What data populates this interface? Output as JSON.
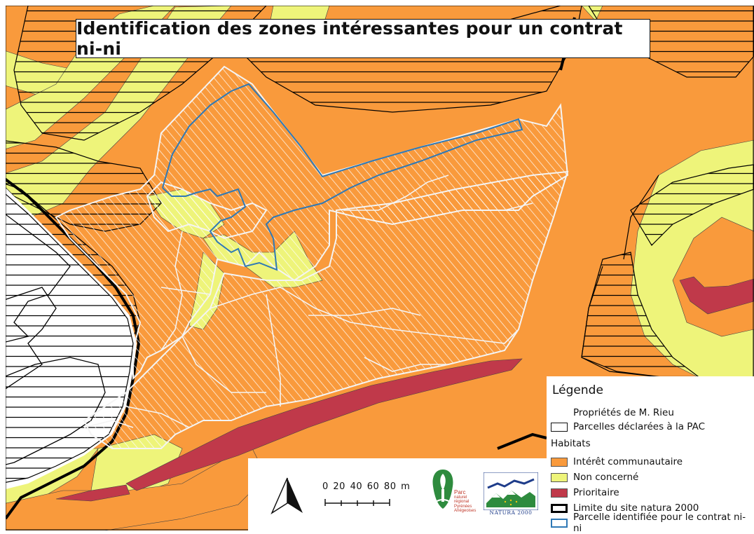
{
  "title": "Identification des zones intéressantes pour un contrat ni-ni",
  "legend": {
    "heading": "Légende",
    "items": [
      {
        "label": "Propriétés de M. Rieu",
        "symbol": "white-diagonal-hatch"
      },
      {
        "label": "Parcelles déclarées à la PAC",
        "symbol": "black-outline"
      }
    ],
    "habitats_heading": "Habitats",
    "habitats": [
      {
        "label": "Intérêt communautaire",
        "color": "#f99a3c"
      },
      {
        "label": "Non concerné",
        "color": "#eef47a"
      },
      {
        "label": "Prioritaire",
        "color": "#c0394a"
      }
    ],
    "boundaries": [
      {
        "label": "Limite du site natura 2000",
        "color": "#000000"
      },
      {
        "label": "Parcelle identifiée pour le contrat ni-ni",
        "color": "#2f79b6"
      }
    ]
  },
  "scale_bar": {
    "text": "0  20  40  60  80   m",
    "ticks": [
      0,
      20,
      40,
      60,
      80
    ],
    "unit": "m"
  },
  "north_arrow": "north-arrow-icon",
  "logos": {
    "parc": {
      "lines": [
        "Parc",
        "naturel",
        "régional",
        "Pyrénées",
        "Ariégeoises"
      ]
    },
    "natura": {
      "text": "NATURA 2000"
    }
  },
  "colors": {
    "interet_communautaire": "#f99a3c",
    "non_concerne": "#eef47a",
    "prioritaire": "#c0394a",
    "parcelle_ni_ni": "#2f79b6",
    "natura_limit": "#000000"
  }
}
